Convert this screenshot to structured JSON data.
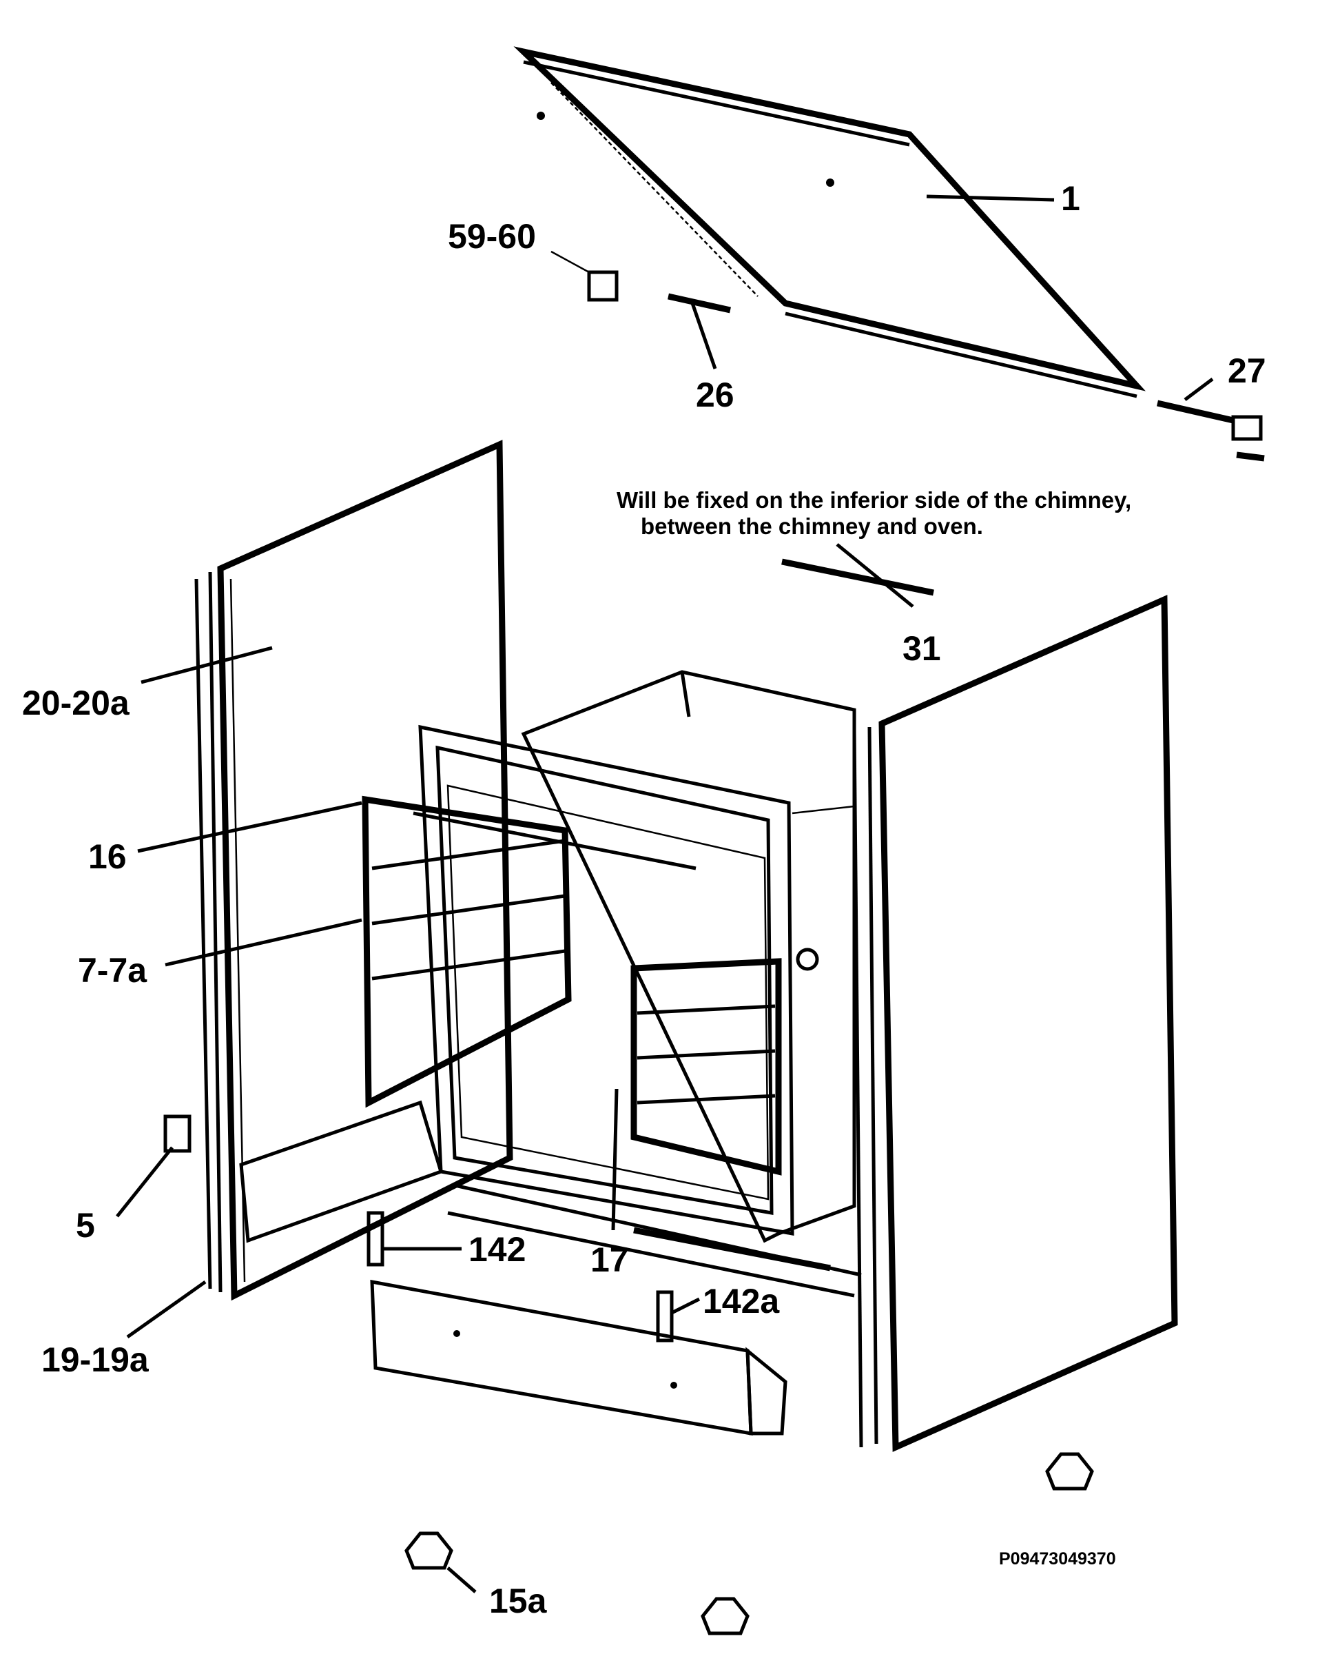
{
  "callouts": {
    "c1": "1",
    "c59_60": "59-60",
    "c26": "26",
    "c27": "27",
    "c31": "31",
    "c20_20a": "20-20a",
    "c16": "16",
    "c7_7a": "7-7a",
    "c5": "5",
    "c142": "142",
    "c17": "17",
    "c142a": "142a",
    "c19_19a": "19-19a",
    "c15a": "15a"
  },
  "note": {
    "line1": "Will be fixed on the inferior side of the chimney,",
    "line2": "between the chimney and oven."
  },
  "drawing_code": "P09473049370"
}
